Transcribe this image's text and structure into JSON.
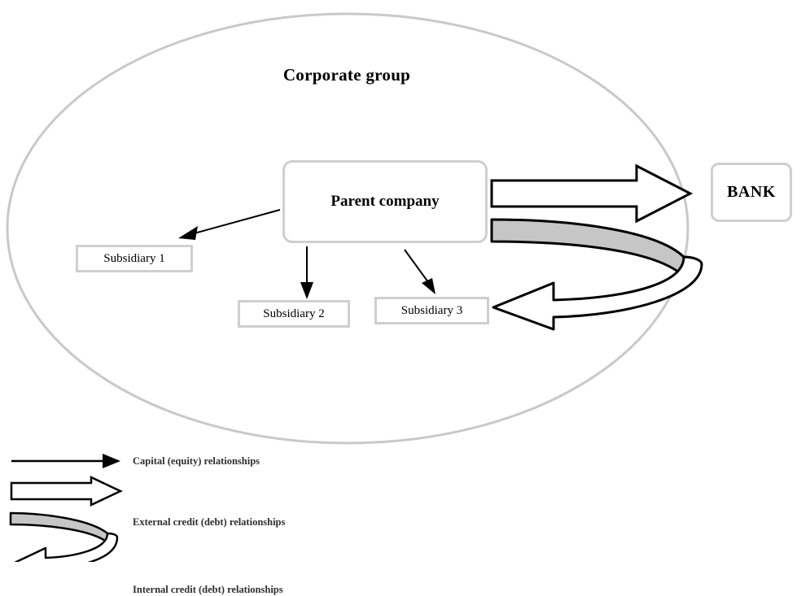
{
  "diagram": {
    "title": "Corporate group",
    "nodes": {
      "parent": "Parent company",
      "bank": "BANK",
      "subsidiary_1": "Subsidiary 1",
      "subsidiary_2": "Subsidiary 2",
      "subsidiary_3": "Subsidiary 3"
    },
    "edges": [
      {
        "from": "Parent company",
        "to": "Subsidiary 1",
        "type": "capital-equity"
      },
      {
        "from": "Parent company",
        "to": "Subsidiary 2",
        "type": "capital-equity"
      },
      {
        "from": "Parent company",
        "to": "Subsidiary 3",
        "type": "capital-equity"
      },
      {
        "from": "Parent company",
        "to": "BANK",
        "type": "external-credit-debt"
      },
      {
        "from": "BANK",
        "to": "Subsidiary 3",
        "type": "internal-credit-debt"
      }
    ]
  },
  "legend": {
    "items": [
      {
        "key": "capital",
        "label": "Capital (equity) relationships",
        "glyph": "thin-arrow-icon"
      },
      {
        "key": "external",
        "label": "External credit (debt) relationships",
        "glyph": "block-arrow-icon"
      },
      {
        "key": "internal",
        "label": "Internal credit (debt) relationships",
        "glyph": "curved-block-arrow-icon"
      }
    ]
  },
  "colors": {
    "outline": "#000000",
    "box_border": "#cfcfcf",
    "ellipse_border": "#c9c9c9",
    "band_fill": "#c6c6c6",
    "text": "#000000",
    "legend_text": "#2f2f2f",
    "background": "#ffffff"
  }
}
